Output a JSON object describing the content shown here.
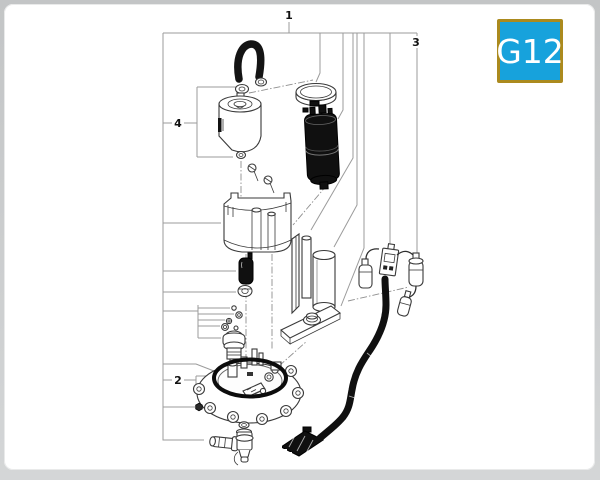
{
  "window": {
    "background_color": "#c9cbcc",
    "panel_color": "#ffffff"
  },
  "badge": {
    "label": "G12",
    "background_color": "#17a2dc",
    "border_color": "#ab8a1e",
    "text_color": "#ffffff"
  },
  "diagram": {
    "title": "Fuel pump assembly exploded parts diagram",
    "callouts": [
      {
        "label": "1",
        "part": "fuel-pump-assembly"
      },
      {
        "label": "2",
        "part": "mounting-flange-plate"
      },
      {
        "label": "3",
        "part": "wiring-harness"
      },
      {
        "label": "4",
        "part": "fuel-filter"
      }
    ],
    "parts": [
      "fuel-hose",
      "hose-grommet-left",
      "hose-grommet-right",
      "fuel-filter",
      "retaining-clamp-ring",
      "fuel-pump",
      "mounting-screws",
      "pump-housing-cup",
      "rubber-damper",
      "seal-ring",
      "sender-fasteners",
      "fuel-level-sender",
      "flange-o-ring",
      "mounting-flange-plate",
      "flange-nut",
      "outlet-elbow-fitting",
      "electrical-connector",
      "harness-cable",
      "harness-connectors",
      "bracket-tubes",
      "gasket-plate"
    ]
  }
}
